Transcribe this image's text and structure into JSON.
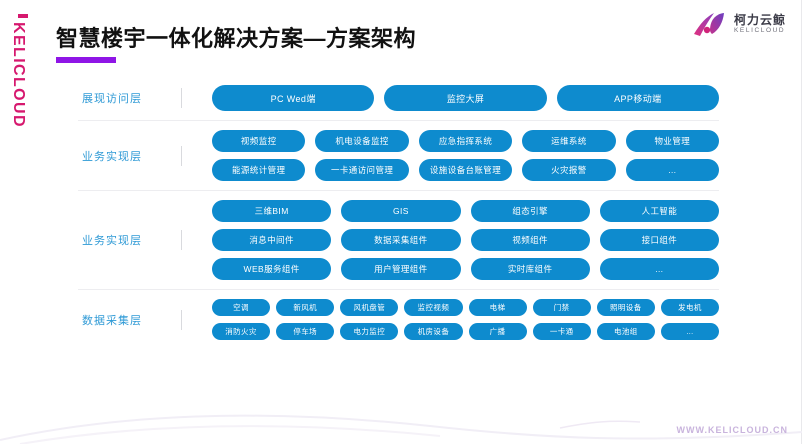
{
  "brand": {
    "vertical_text": "KELICLOUD",
    "accent_color": "#d6186e"
  },
  "header": {
    "title": "智慧楼宇一体化解决方案—方案架构",
    "underline_color": "#8f16e6"
  },
  "logo": {
    "name_cn": "柯力云鲸",
    "name_en": "KELICLOUD"
  },
  "footer": {
    "url": "WWW.KELICLOUD.CN"
  },
  "arch": {
    "pill_color": "#0e8bce",
    "layers": [
      {
        "label": "展现访问层",
        "rows": [
          {
            "cols": 3,
            "items": [
              "PC Wed端",
              "监控大屏",
              "APP移动端"
            ]
          }
        ]
      },
      {
        "label": "业务实现层",
        "rows": [
          {
            "cols": 5,
            "items": [
              "视频监控",
              "机电设备监控",
              "应急指挥系统",
              "运维系统",
              "物业管理"
            ]
          },
          {
            "cols": 5,
            "items": [
              "能源统计管理",
              "一卡通访问管理",
              "设施设备台账管理",
              "火灾报警",
              "…"
            ]
          }
        ]
      },
      {
        "label": "业务实现层",
        "rows": [
          {
            "cols": 4,
            "items": [
              "三维BIM",
              "GIS",
              "组态引擎",
              "人工智能"
            ]
          },
          {
            "cols": 4,
            "items": [
              "消息中间件",
              "数据采集组件",
              "视频组件",
              "接口组件"
            ]
          },
          {
            "cols": 4,
            "items": [
              "WEB服务组件",
              "用户管理组件",
              "实时库组件",
              "…"
            ]
          }
        ]
      },
      {
        "label": "数据采集层",
        "rows": [
          {
            "cols": 8,
            "items": [
              "空调",
              "新风机",
              "风机盘管",
              "监控视频",
              "电梯",
              "门禁",
              "照明设备",
              "发电机"
            ]
          },
          {
            "cols": 8,
            "items": [
              "消防火灾",
              "停车场",
              "电力监控",
              "机房设备",
              "广播",
              "一卡通",
              "电池组",
              "…"
            ]
          }
        ]
      }
    ]
  }
}
